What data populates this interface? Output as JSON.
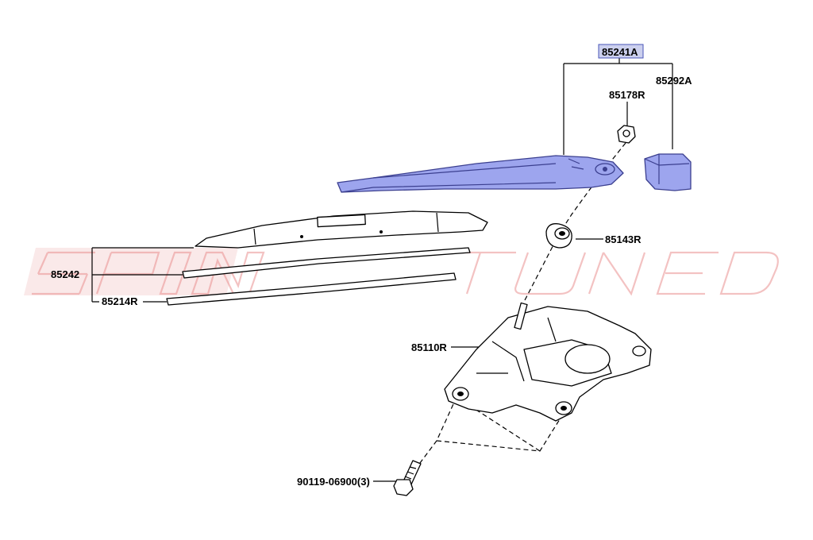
{
  "callouts": {
    "wiper_arm_assembly": "85241A",
    "pivot_cap": "85292A",
    "arm_nut": "85178R",
    "grommet": "85143R",
    "blade": "85242",
    "blade_insert": "85214R",
    "wiper_motor": "85110R",
    "bolt": "90119-06900(3)"
  },
  "watermark": {
    "text": "SPIN TUNED",
    "color": "#ea9090"
  },
  "colors": {
    "highlight": "#9da5ee",
    "selection": "#ccd0ee"
  }
}
